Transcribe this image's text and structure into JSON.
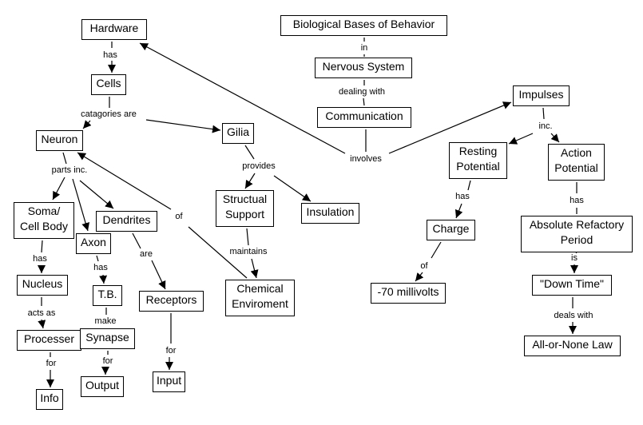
{
  "nodes": {
    "hardware": "Hardware",
    "cells": "Cells",
    "neuron": "Neuron",
    "gilia": "Gilia",
    "soma_line1": "Soma/",
    "soma_line2": "Cell Body",
    "axon": "Axon",
    "dendrites": "Dendrites",
    "nucleus": "Nucleus",
    "tb": "T.B.",
    "receptors": "Receptors",
    "processer": "Processer",
    "synapse": "Synapse",
    "info": "Info",
    "output": "Output",
    "input": "Input",
    "structural_line1": "Structual",
    "structural_line2": "Support",
    "insulation": "Insulation",
    "chemical_line1": "Chemical",
    "chemical_line2": "Enviroment",
    "bio_bases": "Biological Bases of Behavior",
    "nervous_system": "Nervous System",
    "communication": "Communication",
    "impulses": "Impulses",
    "resting_line1": "Resting",
    "resting_line2": "Potential",
    "action_line1": "Action",
    "action_line2": "Potential",
    "charge": "Charge",
    "millivolts": "-70 millivolts",
    "arp_line1": "Absolute Refactory",
    "arp_line2": "Period",
    "down_time": "\"Down Time\"",
    "all_or_none": "All-or-None Law"
  },
  "links": {
    "has_cells": "has",
    "categories": "catagories are",
    "parts_inc": "parts inc.",
    "provides": "provides",
    "soma_has": "has",
    "axon_has": "has",
    "dendrites_are": "are",
    "of_neuron": "of",
    "maintains": "maintains",
    "acts_as": "acts as",
    "make": "make",
    "receptors_for": "for",
    "processer_for": "for",
    "synapse_for": "for",
    "in": "in",
    "dealing_with": "dealing with",
    "involves": "involves",
    "inc": "inc.",
    "resting_has": "has",
    "action_has": "has",
    "charge_of": "of",
    "is": "is",
    "deals_with": "deals with"
  }
}
